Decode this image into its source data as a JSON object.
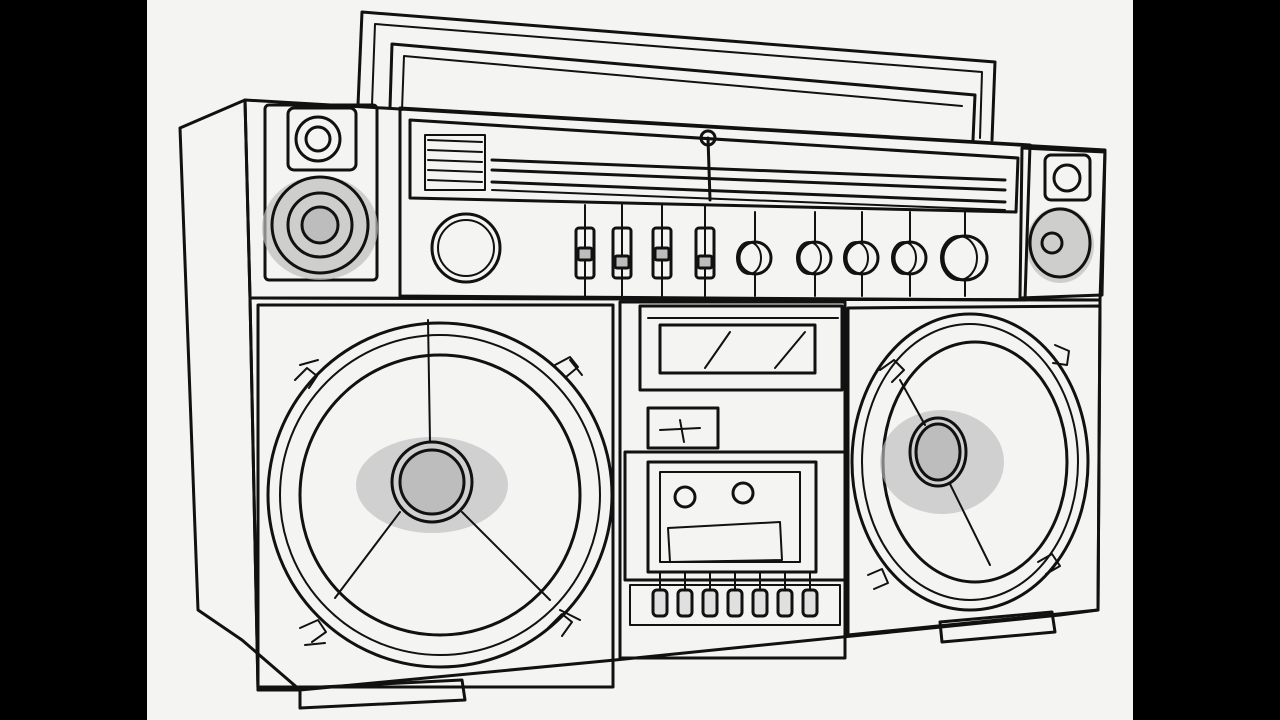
{
  "image": {
    "kind": "line-drawing",
    "subject": "boombox-illustration",
    "letterbox_color": "#000000",
    "paper_color": "#f4f4f2",
    "line_color": "#111111",
    "shade_color": "#bdbdbd"
  },
  "controls": {
    "slider_count": 4,
    "knob_count": 6,
    "deck_button_count": 7
  }
}
